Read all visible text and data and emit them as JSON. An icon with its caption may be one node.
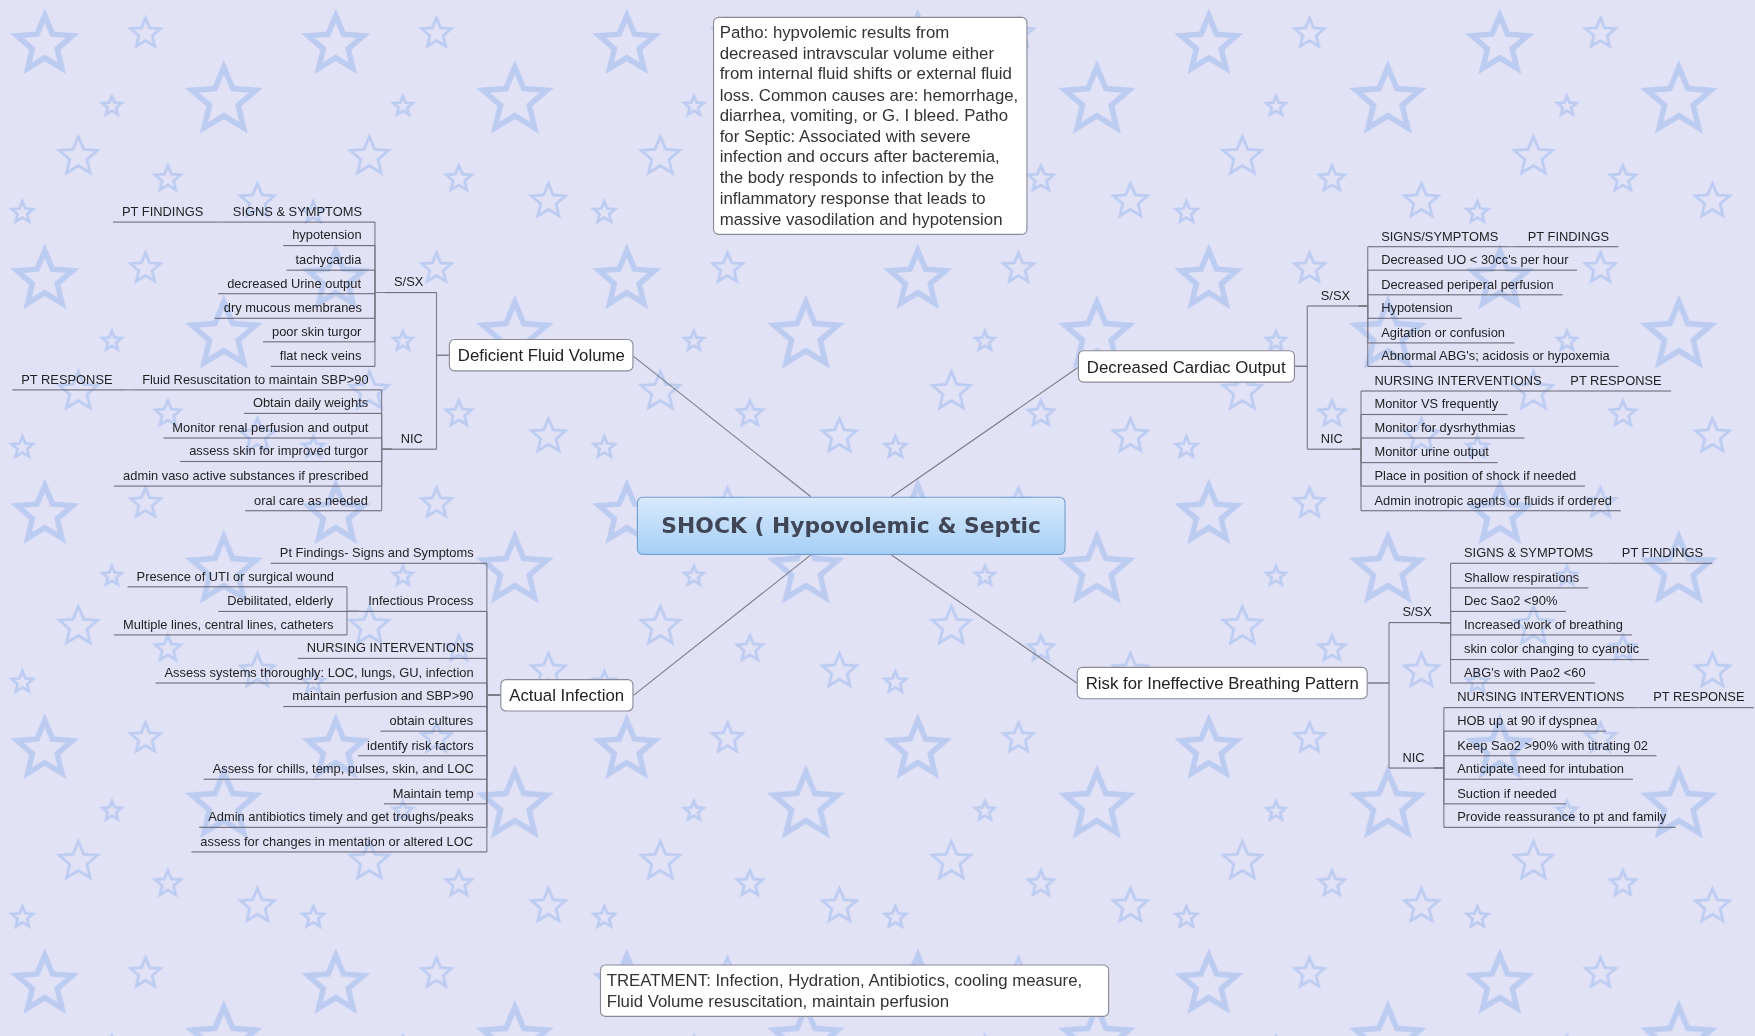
{
  "diagram": {
    "nodes": [
      {
        "text": [
          "Patho: hypvolemic results from decreased intravscular volume either from internal fluid shifts or external fluid loss. Common causes are: hemorrhage, diarrhea, vomiting, or G. I bleed.  Patho for Septic:  Associated with severe infection and occurs after bacteremia, the body responds to infection by the inflammatory response that leads to massive vasodilation and hypotension"
        ]
      },
      {
        "text": [
          "SHOCK ( Hypovolemic & Septic"
        ]
      },
      {
        "text": [
          "Deficient Fluid Volume"
        ]
      },
      {
        "text": [
          "S/SX"
        ]
      },
      {
        "text": [
          "SIGNS & SYMPTOMS"
        ]
      },
      {
        "text": [
          "PT FINDINGS"
        ]
      },
      {
        "text": [
          "hypotension"
        ]
      },
      {
        "text": [
          "tachycardia"
        ]
      },
      {
        "text": [
          "decreased Urine output"
        ]
      },
      {
        "text": [
          "dry mucous membranes"
        ]
      },
      {
        "text": [
          "poor skin turgor"
        ]
      },
      {
        "text": [
          "flat neck veins"
        ]
      },
      {
        "text": [
          "NIC"
        ]
      },
      {
        "text": [
          "Fluid Resuscitation to maintain SBP>90"
        ]
      },
      {
        "text": [
          "PT RESPONSE"
        ]
      },
      {
        "text": [
          "Obtain daily weights"
        ]
      },
      {
        "text": [
          "Monitor renal perfusion and output"
        ]
      },
      {
        "text": [
          "assess skin for improved turgor"
        ]
      },
      {
        "text": [
          "admin vaso active substances if prescribed"
        ]
      },
      {
        "text": [
          "oral care as needed"
        ]
      },
      {
        "text": [
          "Actual Infection"
        ]
      },
      {
        "text": [
          "Pt Findings- Signs and Symptoms"
        ]
      },
      {
        "text": [
          "Infectious Process"
        ]
      },
      {
        "text": [
          "Presence of UTI or surgical wound"
        ]
      },
      {
        "text": [
          "Debilitated, elderly"
        ]
      },
      {
        "text": [
          "Multiple lines, central lines, catheters"
        ]
      },
      {
        "text": [
          "NURSING INTERVENTIONS"
        ]
      },
      {
        "text": [
          "Assess systems thoroughly: LOC, lungs, GU, infection"
        ]
      },
      {
        "text": [
          "maintain perfusion and SBP>90"
        ]
      },
      {
        "text": [
          "obtain cultures"
        ]
      },
      {
        "text": [
          "identify risk factors"
        ]
      },
      {
        "text": [
          "Assess for chills, temp, pulses, skin, and LOC"
        ]
      },
      {
        "text": [
          "Maintain temp"
        ]
      },
      {
        "text": [
          "Admin antibiotics timely and get troughs/peaks"
        ]
      },
      {
        "text": [
          "assess for changes in mentation or altered LOC"
        ]
      },
      {
        "text": [
          "Decreased Cardiac Output"
        ]
      },
      {
        "text": [
          "S/SX"
        ]
      },
      {
        "text": [
          "SIGNS/SYMPTOMS"
        ]
      },
      {
        "text": [
          "PT FINDINGS"
        ]
      },
      {
        "text": [
          "Decreased UO < 30cc's per hour"
        ]
      },
      {
        "text": [
          "Decreased periperal perfusion"
        ]
      },
      {
        "text": [
          "Hypotension"
        ]
      },
      {
        "text": [
          "Agitation or confusion"
        ]
      },
      {
        "text": [
          "Abnormal ABG's; acidosis or hypoxemia"
        ]
      },
      {
        "text": [
          "NIC"
        ]
      },
      {
        "text": [
          "NURSING INTERVENTIONS"
        ]
      },
      {
        "text": [
          "PT RESPONSE"
        ]
      },
      {
        "text": [
          "Monitor VS frequently"
        ]
      },
      {
        "text": [
          "Monitor for dysrhythmias"
        ]
      },
      {
        "text": [
          "Monitor urine output"
        ]
      },
      {
        "text": [
          "Place in position of shock if needed"
        ]
      },
      {
        "text": [
          "Admin inotropic agents or fluids if ordered"
        ]
      },
      {
        "text": [
          "Risk for Ineffective Breathing Pattern"
        ]
      },
      {
        "text": [
          "S/SX"
        ]
      },
      {
        "text": [
          "SIGNS & SYMPTOMS"
        ]
      },
      {
        "text": [
          "PT FINDINGS"
        ]
      },
      {
        "text": [
          "Shallow respirations"
        ]
      },
      {
        "text": [
          "Dec Sao2 <90%"
        ]
      },
      {
        "text": [
          "Increased work of breathing"
        ]
      },
      {
        "text": [
          "skin color changing to cyanotic"
        ]
      },
      {
        "text": [
          "ABG's with Pao2 <60"
        ]
      },
      {
        "text": [
          "NIC"
        ]
      },
      {
        "text": [
          "NURSING INTERVENTIONS"
        ]
      },
      {
        "text": [
          "PT RESPONSE"
        ]
      },
      {
        "text": [
          "HOB up at 90 if dyspnea"
        ]
      },
      {
        "text": [
          "Keep Sao2 >90% with titrating 02"
        ]
      },
      {
        "text": [
          "Anticipate need for intubation"
        ]
      },
      {
        "text": [
          "Suction if needed"
        ]
      },
      {
        "text": [
          "Provide reassurance to pt and family"
        ]
      },
      {
        "text": [
          "TREATMENT: Infection, Hydration, Antibiotics, cooling measure, Fluid Volume resuscitation,  maintain perfusion"
        ]
      }
    ],
    "edges": [
      {
        "from": 1,
        "to": 2,
        "arrow": "none"
      },
      {
        "from": 2,
        "to": 3,
        "arrow": "none"
      },
      {
        "from": 3,
        "to": 4,
        "arrow": "none"
      },
      {
        "from": 4,
        "to": 5,
        "arrow": "none"
      },
      {
        "from": 3,
        "to": 6,
        "arrow": "none"
      },
      {
        "from": 3,
        "to": 7,
        "arrow": "none"
      },
      {
        "from": 3,
        "to": 8,
        "arrow": "none"
      },
      {
        "from": 3,
        "to": 9,
        "arrow": "none"
      },
      {
        "from": 3,
        "to": 10,
        "arrow": "none"
      },
      {
        "from": 3,
        "to": 11,
        "arrow": "none"
      },
      {
        "from": 2,
        "to": 12,
        "arrow": "none"
      },
      {
        "from": 12,
        "to": 13,
        "arrow": "none"
      },
      {
        "from": 13,
        "to": 14,
        "arrow": "none"
      },
      {
        "from": 12,
        "to": 15,
        "arrow": "none"
      },
      {
        "from": 12,
        "to": 16,
        "arrow": "none"
      },
      {
        "from": 12,
        "to": 17,
        "arrow": "none"
      },
      {
        "from": 12,
        "to": 18,
        "arrow": "none"
      },
      {
        "from": 12,
        "to": 19,
        "arrow": "none"
      },
      {
        "from": 1,
        "to": 20,
        "arrow": "none"
      },
      {
        "from": 20,
        "to": 21,
        "arrow": "none"
      },
      {
        "from": 20,
        "to": 22,
        "arrow": "none"
      },
      {
        "from": 22,
        "to": 23,
        "arrow": "none"
      },
      {
        "from": 22,
        "to": 24,
        "arrow": "none"
      },
      {
        "from": 22,
        "to": 25,
        "arrow": "none"
      },
      {
        "from": 20,
        "to": 26,
        "arrow": "none"
      },
      {
        "from": 20,
        "to": 27,
        "arrow": "none"
      },
      {
        "from": 20,
        "to": 28,
        "arrow": "none"
      },
      {
        "from": 20,
        "to": 29,
        "arrow": "none"
      },
      {
        "from": 20,
        "to": 30,
        "arrow": "none"
      },
      {
        "from": 20,
        "to": 31,
        "arrow": "none"
      },
      {
        "from": 20,
        "to": 32,
        "arrow": "none"
      },
      {
        "from": 20,
        "to": 33,
        "arrow": "none"
      },
      {
        "from": 20,
        "to": 34,
        "arrow": "none"
      },
      {
        "from": 1,
        "to": 35,
        "arrow": "none"
      },
      {
        "from": 35,
        "to": 36,
        "arrow": "none"
      },
      {
        "from": 36,
        "to": 37,
        "arrow": "none"
      },
      {
        "from": 37,
        "to": 38,
        "arrow": "none"
      },
      {
        "from": 36,
        "to": 39,
        "arrow": "none"
      },
      {
        "from": 36,
        "to": 40,
        "arrow": "none"
      },
      {
        "from": 36,
        "to": 41,
        "arrow": "none"
      },
      {
        "from": 36,
        "to": 42,
        "arrow": "none"
      },
      {
        "from": 36,
        "to": 43,
        "arrow": "none"
      },
      {
        "from": 35,
        "to": 44,
        "arrow": "none"
      },
      {
        "from": 44,
        "to": 45,
        "arrow": "none"
      },
      {
        "from": 45,
        "to": 46,
        "arrow": "none"
      },
      {
        "from": 44,
        "to": 47,
        "arrow": "none"
      },
      {
        "from": 44,
        "to": 48,
        "arrow": "none"
      },
      {
        "from": 44,
        "to": 49,
        "arrow": "none"
      },
      {
        "from": 44,
        "to": 50,
        "arrow": "none"
      },
      {
        "from": 44,
        "to": 51,
        "arrow": "none"
      },
      {
        "from": 1,
        "to": 52,
        "arrow": "none"
      },
      {
        "from": 52,
        "to": 53,
        "arrow": "none"
      },
      {
        "from": 53,
        "to": 54,
        "arrow": "none"
      },
      {
        "from": 54,
        "to": 55,
        "arrow": "none"
      },
      {
        "from": 53,
        "to": 56,
        "arrow": "none"
      },
      {
        "from": 53,
        "to": 57,
        "arrow": "none"
      },
      {
        "from": 53,
        "to": 58,
        "arrow": "none"
      },
      {
        "from": 53,
        "to": 59,
        "arrow": "none"
      },
      {
        "from": 53,
        "to": 60,
        "arrow": "none"
      },
      {
        "from": 52,
        "to": 61,
        "arrow": "none"
      },
      {
        "from": 61,
        "to": 62,
        "arrow": "none"
      },
      {
        "from": 62,
        "to": 63,
        "arrow": "none"
      },
      {
        "from": 61,
        "to": 64,
        "arrow": "none"
      },
      {
        "from": 61,
        "to": 65,
        "arrow": "none"
      },
      {
        "from": 61,
        "to": 66,
        "arrow": "none"
      },
      {
        "from": 61,
        "to": 67,
        "arrow": "none"
      },
      {
        "from": 61,
        "to": 68,
        "arrow": "none"
      }
    ]
  }
}
